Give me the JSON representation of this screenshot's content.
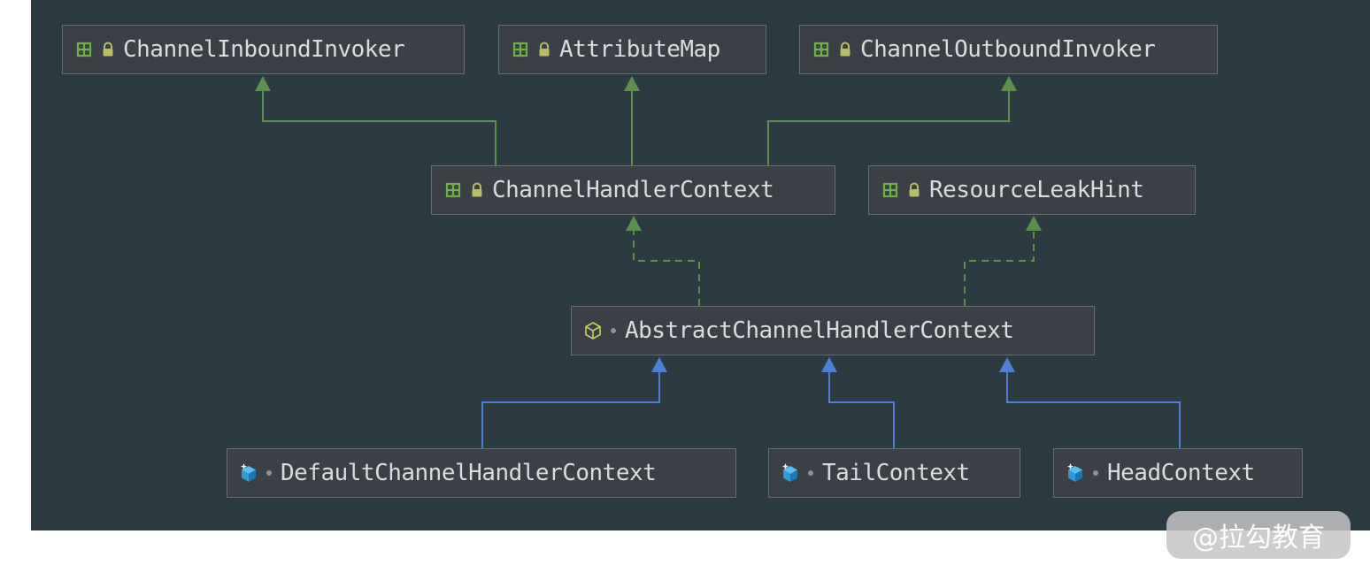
{
  "diagram": {
    "nodes": [
      {
        "id": "channel-inbound-invoker",
        "label": "ChannelInboundInvoker",
        "kind": "interface"
      },
      {
        "id": "attribute-map",
        "label": "AttributeMap",
        "kind": "interface"
      },
      {
        "id": "channel-outbound-invoker",
        "label": "ChannelOutboundInvoker",
        "kind": "interface"
      },
      {
        "id": "channel-handler-context",
        "label": "ChannelHandlerContext",
        "kind": "interface"
      },
      {
        "id": "resource-leak-hint",
        "label": "ResourceLeakHint",
        "kind": "interface"
      },
      {
        "id": "abstract-channel-handler-context",
        "label": "AbstractChannelHandlerContext",
        "kind": "abstract-class"
      },
      {
        "id": "default-channel-handler-context",
        "label": "DefaultChannelHandlerContext",
        "kind": "class"
      },
      {
        "id": "tail-context",
        "label": "TailContext",
        "kind": "class"
      },
      {
        "id": "head-context",
        "label": "HeadContext",
        "kind": "class"
      }
    ],
    "edges": [
      {
        "from": "ChannelHandlerContext",
        "to": "ChannelInboundInvoker",
        "relation": "extends",
        "style": "solid",
        "color": "#5d8f4e"
      },
      {
        "from": "ChannelHandlerContext",
        "to": "AttributeMap",
        "relation": "extends",
        "style": "solid",
        "color": "#5d8f4e"
      },
      {
        "from": "ChannelHandlerContext",
        "to": "ChannelOutboundInvoker",
        "relation": "extends",
        "style": "solid",
        "color": "#5d8f4e"
      },
      {
        "from": "AbstractChannelHandlerContext",
        "to": "ChannelHandlerContext",
        "relation": "implements",
        "style": "dashed",
        "color": "#5d8f4e"
      },
      {
        "from": "AbstractChannelHandlerContext",
        "to": "ResourceLeakHint",
        "relation": "implements",
        "style": "dashed",
        "color": "#5d8f4e"
      },
      {
        "from": "DefaultChannelHandlerContext",
        "to": "AbstractChannelHandlerContext",
        "relation": "extends",
        "style": "solid",
        "color": "#4e80d8"
      },
      {
        "from": "TailContext",
        "to": "AbstractChannelHandlerContext",
        "relation": "extends",
        "style": "solid",
        "color": "#4e80d8"
      },
      {
        "from": "HeadContext",
        "to": "AbstractChannelHandlerContext",
        "relation": "extends",
        "style": "solid",
        "color": "#4e80d8"
      }
    ],
    "colors": {
      "panel_background": "#2c3a42",
      "node_fill": "#3b4046",
      "node_border": "#6a6e70",
      "node_text": "#d7dce0",
      "interface_edge": "#5d8f4e",
      "class_edge": "#4e80d8",
      "interface_icon": "#6fb04a",
      "lock_icon": "#b9bd6a",
      "abstract_icon": "#c9d05f",
      "class_icon": "#45b2ee"
    }
  },
  "watermark": {
    "text": "@拉勾教育"
  }
}
